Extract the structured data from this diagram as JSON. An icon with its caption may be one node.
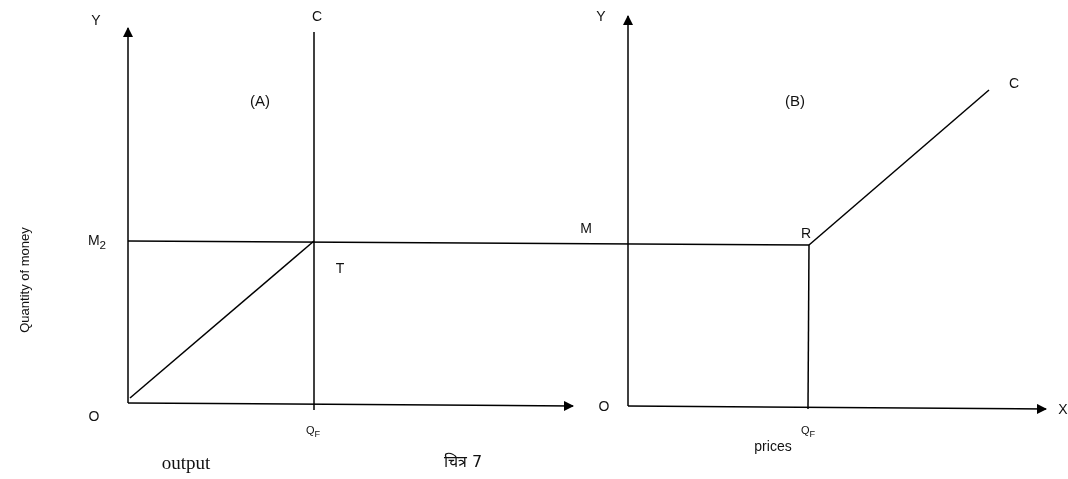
{
  "diagram": {
    "caption": "चित्र 7",
    "labels": [
      "Y",
      "C",
      "Y",
      "(A)",
      "(B)",
      "C",
      "Quantity of money",
      "M$_{2}$",
      "M",
      "R",
      "T",
      "O",
      "O",
      "X",
      "Q$_{F}$",
      "Q$_{F}$",
      "output",
      "prices"
    ]
  }
}
